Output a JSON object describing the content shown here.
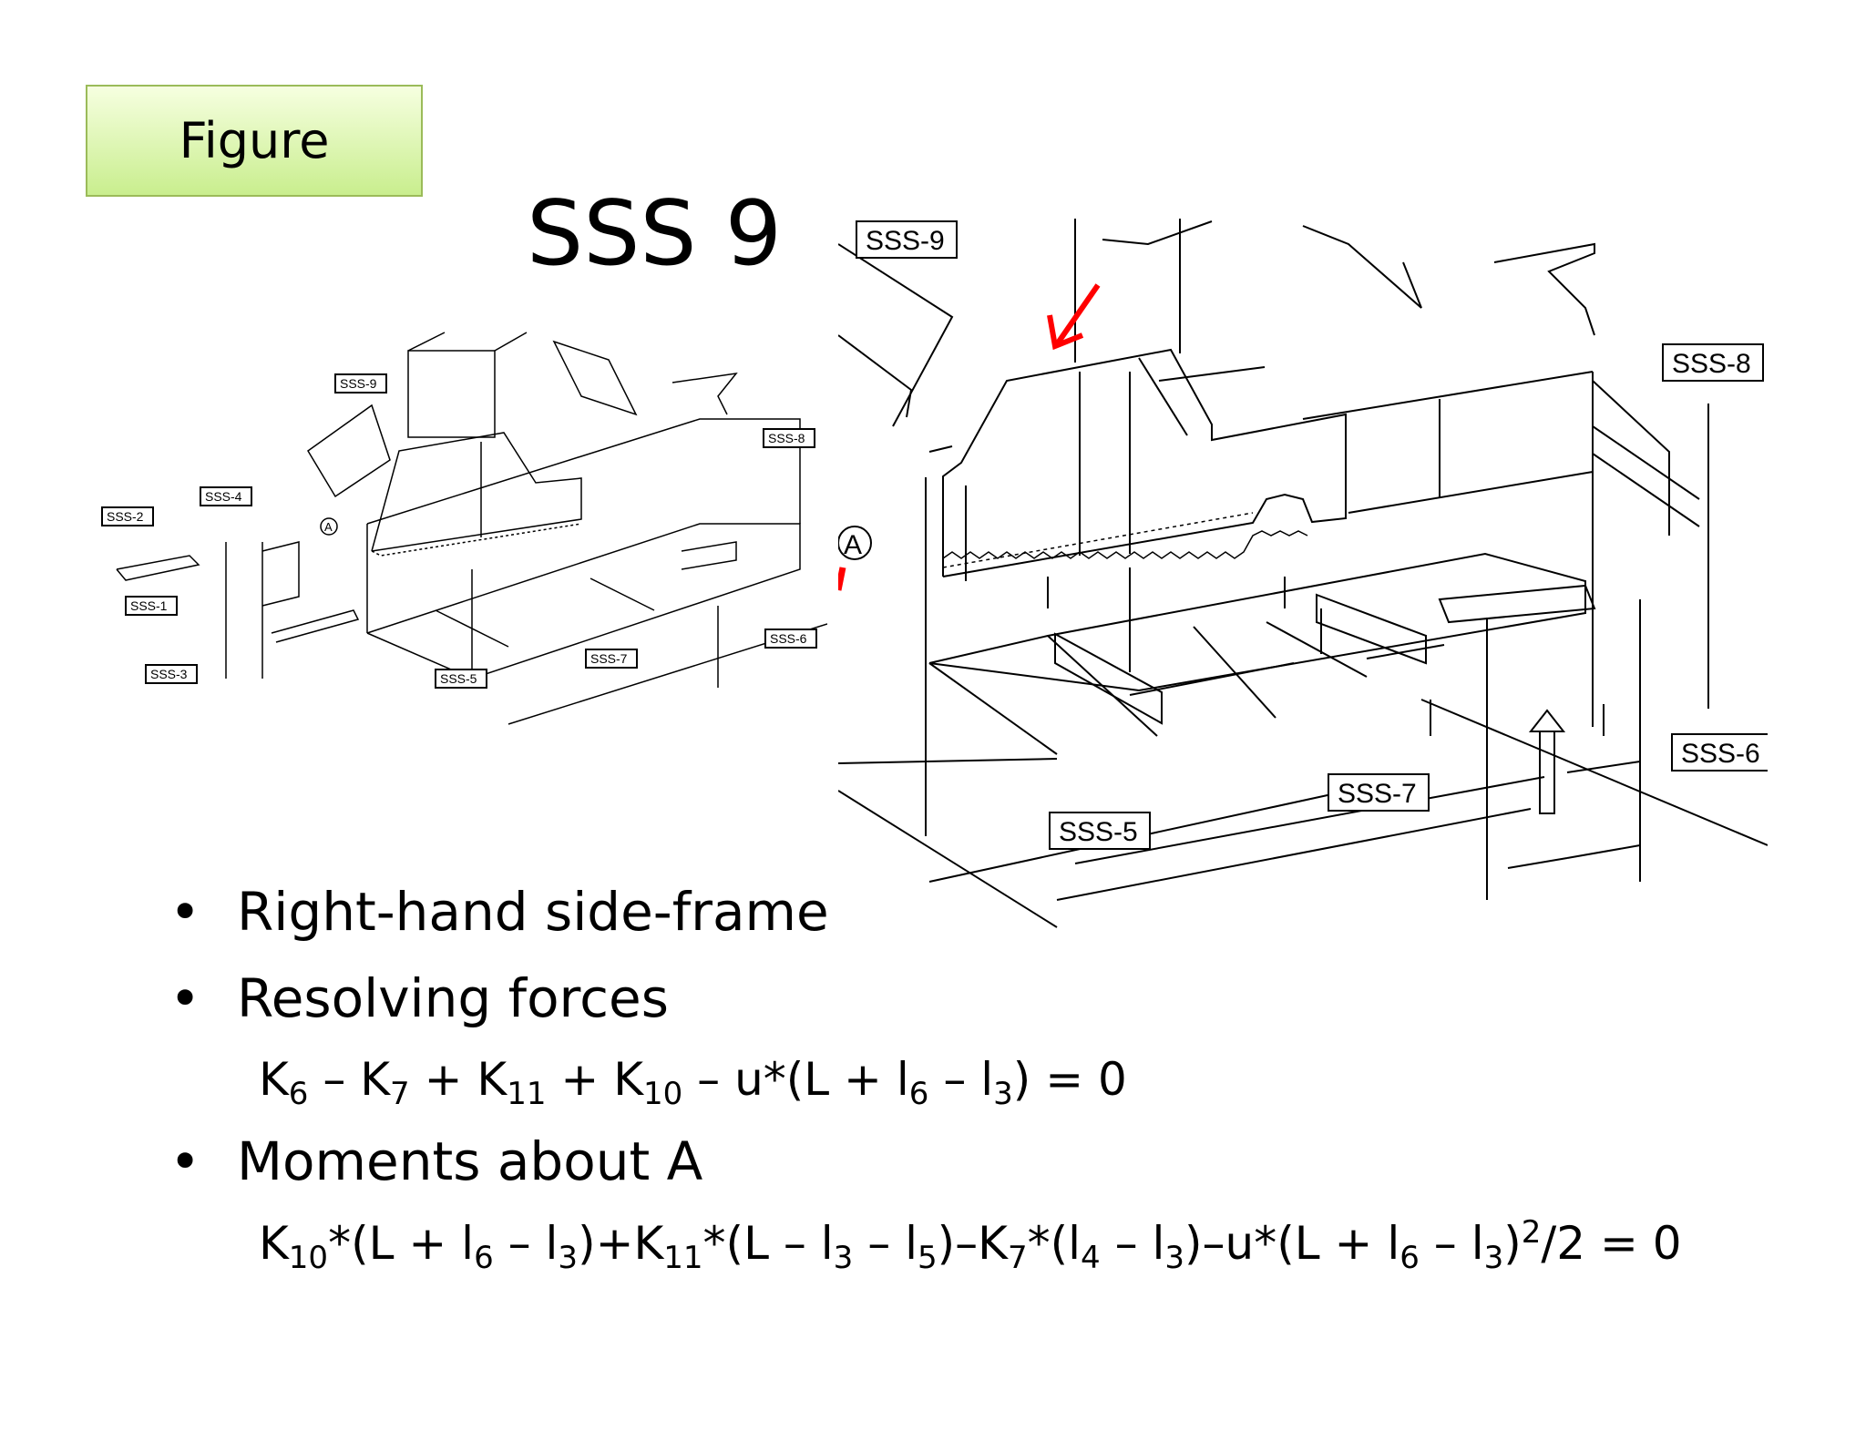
{
  "tag_label": "Figure",
  "title": "SSS 9",
  "diagram": {
    "subsystems": [
      "SSS-1",
      "SSS-2",
      "SSS-3",
      "SSS-4",
      "SSS-5",
      "SSS-6",
      "SSS-7",
      "SSS-8",
      "SSS-9"
    ],
    "point_label": "A",
    "highlight_color": "#ff0000"
  },
  "bullets": [
    {
      "text": "Right-hand side-frame"
    },
    {
      "text": "Resolving forces"
    },
    {
      "text": "Moments about A"
    }
  ],
  "equations": {
    "resolving": "K6 – K7 + K11 + K10 – u*(L + l6 – l3) = 0",
    "moments": "K10*(L + l6 – l3)+K11*(L – l3 – l5)–K7*(l4 – l3)–u*(L + l6 – l3)2/2 = 0"
  }
}
